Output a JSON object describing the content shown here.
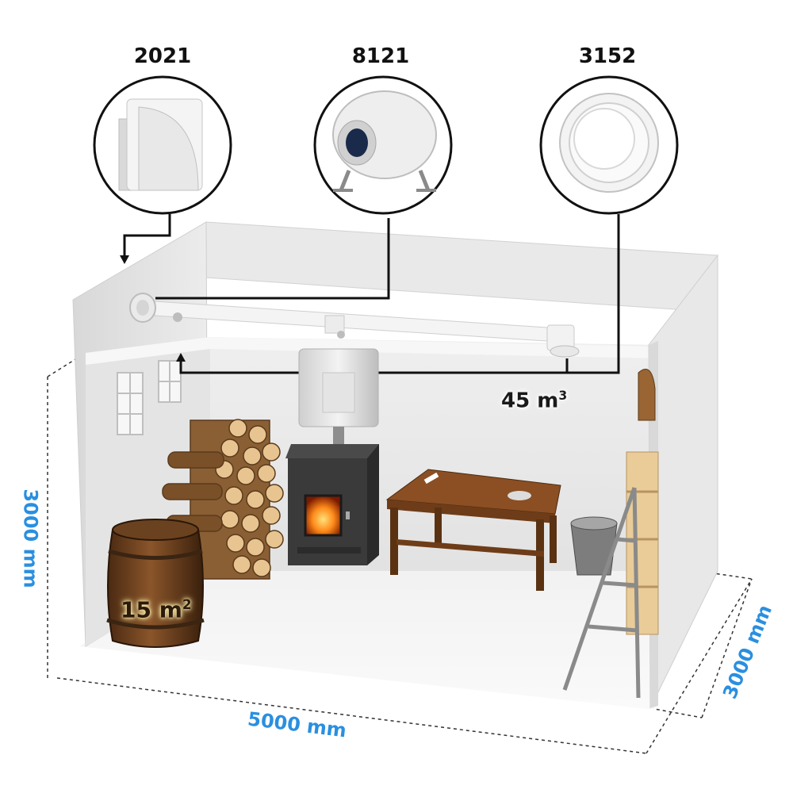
{
  "products": [
    {
      "code": "2021",
      "icon": "exterior-vent-hood-icon"
    },
    {
      "code": "8121",
      "icon": "inline-duct-fan-icon"
    },
    {
      "code": "3152",
      "icon": "round-diffuser-icon"
    }
  ],
  "dimensions": {
    "height": "3000 mm",
    "width": "5000 mm",
    "depth": "3000 mm"
  },
  "volume": {
    "value": "45 m",
    "unit_sup": "3"
  },
  "area": {
    "value": "15 m",
    "unit_sup": "2"
  },
  "colors": {
    "dimension_text": "#2a8fe0",
    "wall": "#e6e6e6",
    "wall_edge": "#cfcfcf",
    "wood": "#9b6a3a",
    "stove": "#3a3a3a"
  }
}
